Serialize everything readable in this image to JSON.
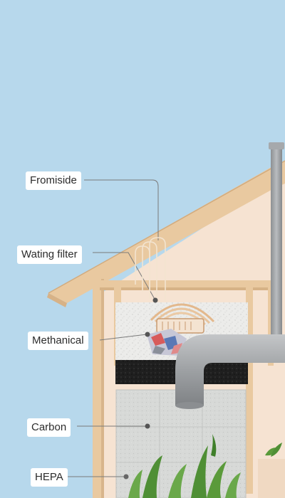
{
  "labels": {
    "fromiside": "Fromiside",
    "wating_filter": "Wating filter",
    "methanical": "Methanical",
    "carbon": "Carbon",
    "hepa": "HEPA"
  },
  "colors": {
    "sky": "#b7d8ec",
    "wood": "#e9c9a0",
    "wall": "#f6e3d2",
    "carbon_layer": "#1d1d1d",
    "hepa_panel": "#d4d6d4",
    "pipe": "#9a9c9e",
    "plants": "#5a9a3a"
  },
  "icons": {
    "chimney": "chimney-pipe-icon",
    "duct": "curved-duct-icon",
    "plant": "plant-icon"
  }
}
